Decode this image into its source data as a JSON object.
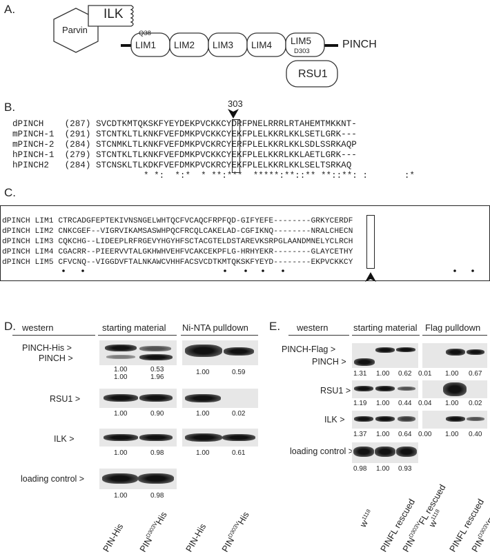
{
  "panelA": {
    "label": "A.",
    "parvin": "Parvin",
    "ilk": "ILK",
    "lims": [
      "LIM1",
      "LIM2",
      "LIM3",
      "LIM4",
      "LIM5"
    ],
    "q38": "Q38",
    "d303": "D303",
    "pinch": "PINCH",
    "rsu1": "RSU1"
  },
  "panelB": {
    "label": "B.",
    "position": "303",
    "rows": [
      {
        "name": "dPINCH  ",
        "start": "(287)",
        "seq": "SVCDTKMTQKSKFYEYDEKPVCKKCYDRFPNELRRRLRTAHEMTMKKNT-"
      },
      {
        "name": "mPINCH-1",
        "start": "(291)",
        "seq": "STCNTKLTLKNKFVEFDMKPVCKKCYEKFPLELKKRLKKLSETLGRK---"
      },
      {
        "name": "mPINCH-2",
        "start": "(284)",
        "seq": "STCNMKLTLKNKFVEFDMKPVCKRCYERFPLELKKRLKKLSDLSSRKAQP"
      },
      {
        "name": "hPINCH-1",
        "start": "(279)",
        "seq": "STCNTKLTLKNKFVEFDMKPVCKKCYEKFPLELKKRLKKLAETLGRK---"
      },
      {
        "name": "hPINCH2 ",
        "start": "(284)",
        "seq": "STCNSKLTLKDKFVEFDMKPVCKRCYEKFPLELKKRLKKLSELTSRKAQ"
      }
    ],
    "consensus": "* *:  *:*  * **:***  *****:**::** **::**: :       :*"
  },
  "panelC": {
    "label": "C.",
    "rows": [
      {
        "name": "dPINCH LIM1",
        "seq": "CTRCADGFEPTEKIVNSNGELWHTQCFVCAQCFRPFQD-GIFYEFE--------GRKYCERDF"
      },
      {
        "name": "dPINCH LIM2",
        "seq": "CNKCGEF--VIGRVIKAMSASWHPQCFRCQLCAKELAD-CGFIKNQ--------NRALCHECN"
      },
      {
        "name": "dPINCH LIM3",
        "seq": "CQKCHG--LIDEEPLRFRGEVYHGYHFSCTACGTELDSTAREVKSRPGLAANDMNELYCLRCH"
      },
      {
        "name": "dPINCH LIM4",
        "seq": "CGACRR--PIEERVVTALGKHWHVEHFVCAKCEKPFLG-HRHYEKR--------GLAYCETHY"
      },
      {
        "name": "dPINCH LIM5",
        "seq": "CFVCNQ--VIGGDVFTALNKAWCVHHFACSVCDTKMTQKSKFYEYD--------EKPVCKKCY"
      }
    ]
  },
  "panelD": {
    "label": "D.",
    "western": "western",
    "starting": "starting material",
    "pulldown": "Ni-NTA pulldown",
    "pinchHis": "PINCH-His >",
    "pinch": "PINCH >",
    "rsu1": "RSU1 >",
    "ilk": "ILK >",
    "loading": "loading control >",
    "q_pinch_his_sm": [
      "1.00",
      "0.53"
    ],
    "q_pinch_sm": [
      "1.00",
      "1.96"
    ],
    "q_pinch_pd": [
      "1.00",
      "0.59"
    ],
    "q_rsu1_sm": [
      "1.00",
      "0.90"
    ],
    "q_rsu1_pd": [
      "1.00",
      "0.02"
    ],
    "q_ilk_sm": [
      "1.00",
      "0.98"
    ],
    "q_ilk_pd": [
      "1.00",
      "0.61"
    ],
    "q_load_sm": [
      "1.00",
      "0.98"
    ],
    "lanes": [
      "PIN-His",
      "PIN",
      "D303V",
      "His"
    ]
  },
  "panelE": {
    "label": "E.",
    "western": "western",
    "starting": "starting material",
    "pulldown": "Flag pulldown",
    "pinchFlag": "PINCH-Flag >",
    "pinch": "PINCH >",
    "rsu1": "RSU1 >",
    "ilk": "ILK >",
    "loading": "loading control >",
    "q_pinch_sm": [
      "1.31",
      "1.00",
      "0.62"
    ],
    "q_pinch_pd": [
      "0.01",
      "1.00",
      "0.67"
    ],
    "q_rsu1_sm": [
      "1.19",
      "1.00",
      "0.44"
    ],
    "q_rsu1_pd": [
      "0.04",
      "1.00",
      "0.02"
    ],
    "q_ilk_sm": [
      "1.37",
      "1.00",
      "0.64"
    ],
    "q_ilk_pd": [
      "0.00",
      "1.00",
      "0.40"
    ],
    "q_load_sm": [
      "0.98",
      "1.00",
      "0.93"
    ],
    "w": "w",
    "w_sup": "1118",
    "pinfl": "PINFL rescued",
    "pin": "PIN",
    "d303v": "D303V",
    "flresc": "FL rescued"
  }
}
